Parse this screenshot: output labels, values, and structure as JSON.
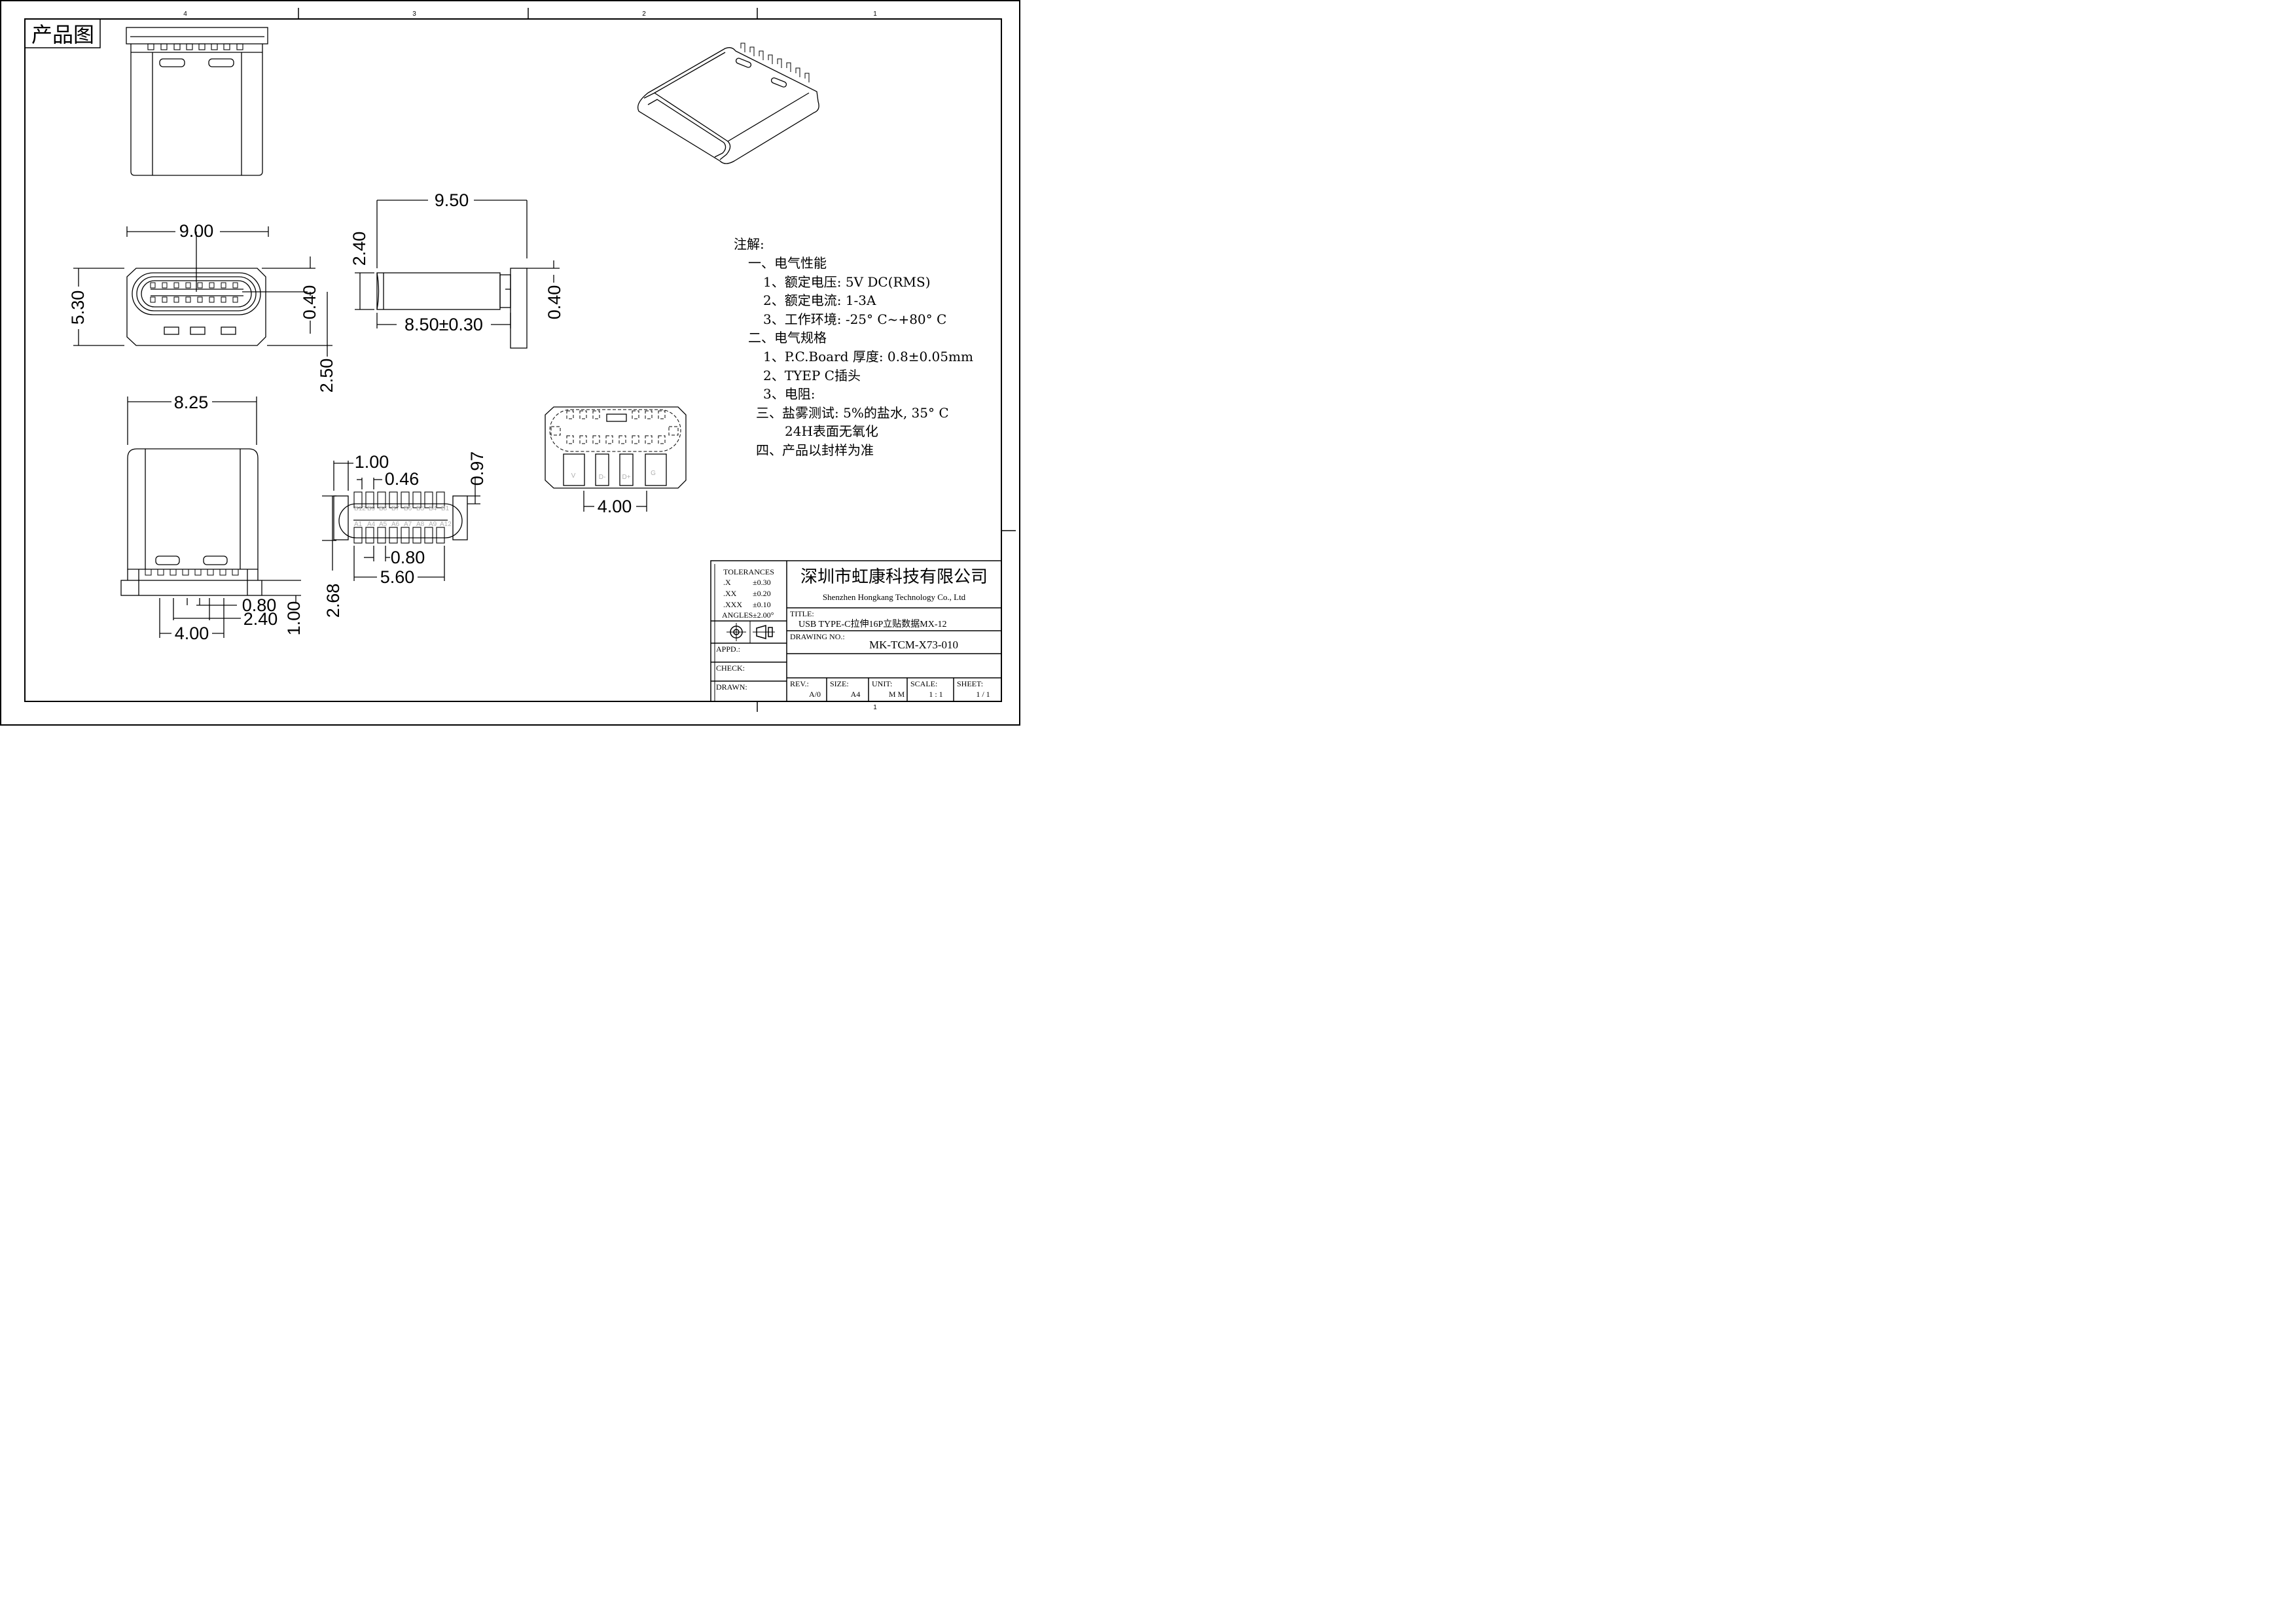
{
  "frame": {
    "zone_numbers_top": [
      "4",
      "3",
      "2",
      "1"
    ],
    "zone_number_bottom": "1",
    "product_label": "产品图"
  },
  "dimensions": {
    "front_width": "9.00",
    "front_height": "5.30",
    "front_tongue": "0.40",
    "front_offset": "2.50",
    "side_length": "9.50",
    "side_height": "2.40",
    "side_body": "8.50±0.30",
    "side_flange": "0.40",
    "bottom_width": "8.25",
    "bottom_pitch1": "0.80",
    "bottom_pitch2": "2.40",
    "bottom_pitch3": "4.00",
    "bottom_height": "1.00",
    "pad_length": "1.00",
    "pad_width": "0.46",
    "pad_height": "0.97",
    "pad_pitch": "0.80",
    "pad_span": "5.60",
    "pad_row": "2.68",
    "rear_pitch": "4.00"
  },
  "pads": {
    "row_b": [
      "B12",
      "B9",
      "B8",
      "B7",
      "B6",
      "B5",
      "B4",
      "B1"
    ],
    "row_a": [
      "A1",
      "A4",
      "A5",
      "A6",
      "A7",
      "A8",
      "A9",
      "A12"
    ],
    "rear_labels": [
      "V",
      "D-",
      "D+",
      "G"
    ]
  },
  "notes": {
    "heading": "注解:",
    "lines": [
      "一、电气性能",
      "1、额定电压: 5V DC(RMS)",
      "2、额定电流: 1-3A",
      "3、工作环境: -25° C~+80° C",
      "二、电气规格",
      "1、P.C.Board 厚度: 0.8±0.05mm",
      "2、TYEP C插头",
      "3、电阻:",
      "三、盐雾测试: 5%的盐水, 35° C",
      "24H表面无氧化",
      "四、产品以封样为准"
    ]
  },
  "title_block": {
    "tolerances_label": "TOLERANCES",
    "tol_x": ".X",
    "tol_x_val": "±0.30",
    "tol_xx": ".XX",
    "tol_xx_val": "±0.20",
    "tol_xxx": ".XXX",
    "tol_xxx_val": "±0.10",
    "tol_angles": "ANGLES",
    "tol_angles_val": "±2.00°",
    "company_cn": "深圳市虹康科技有限公司",
    "company_en": "Shenzhen Hongkang Technology Co., Ltd",
    "title_label": "TITLE:",
    "title_value": "USB TYPE-C拉伸16P立贴数据MX-12",
    "drawing_no_label": "DRAWING NO.:",
    "drawing_no_value": "MK-TCM-X73-010",
    "appd_label": "APPD.:",
    "check_label": "CHECK:",
    "drawn_label": "DRAWN:",
    "rev_label": "REV.:",
    "rev_value": "A/0",
    "size_label": "SIZE:",
    "size_value": "A4",
    "unit_label": "UNIT:",
    "unit_value": "M M",
    "scale_label": "SCALE:",
    "scale_value": "1 : 1",
    "sheet_label": "SHEET:",
    "sheet_value": "1 / 1"
  }
}
